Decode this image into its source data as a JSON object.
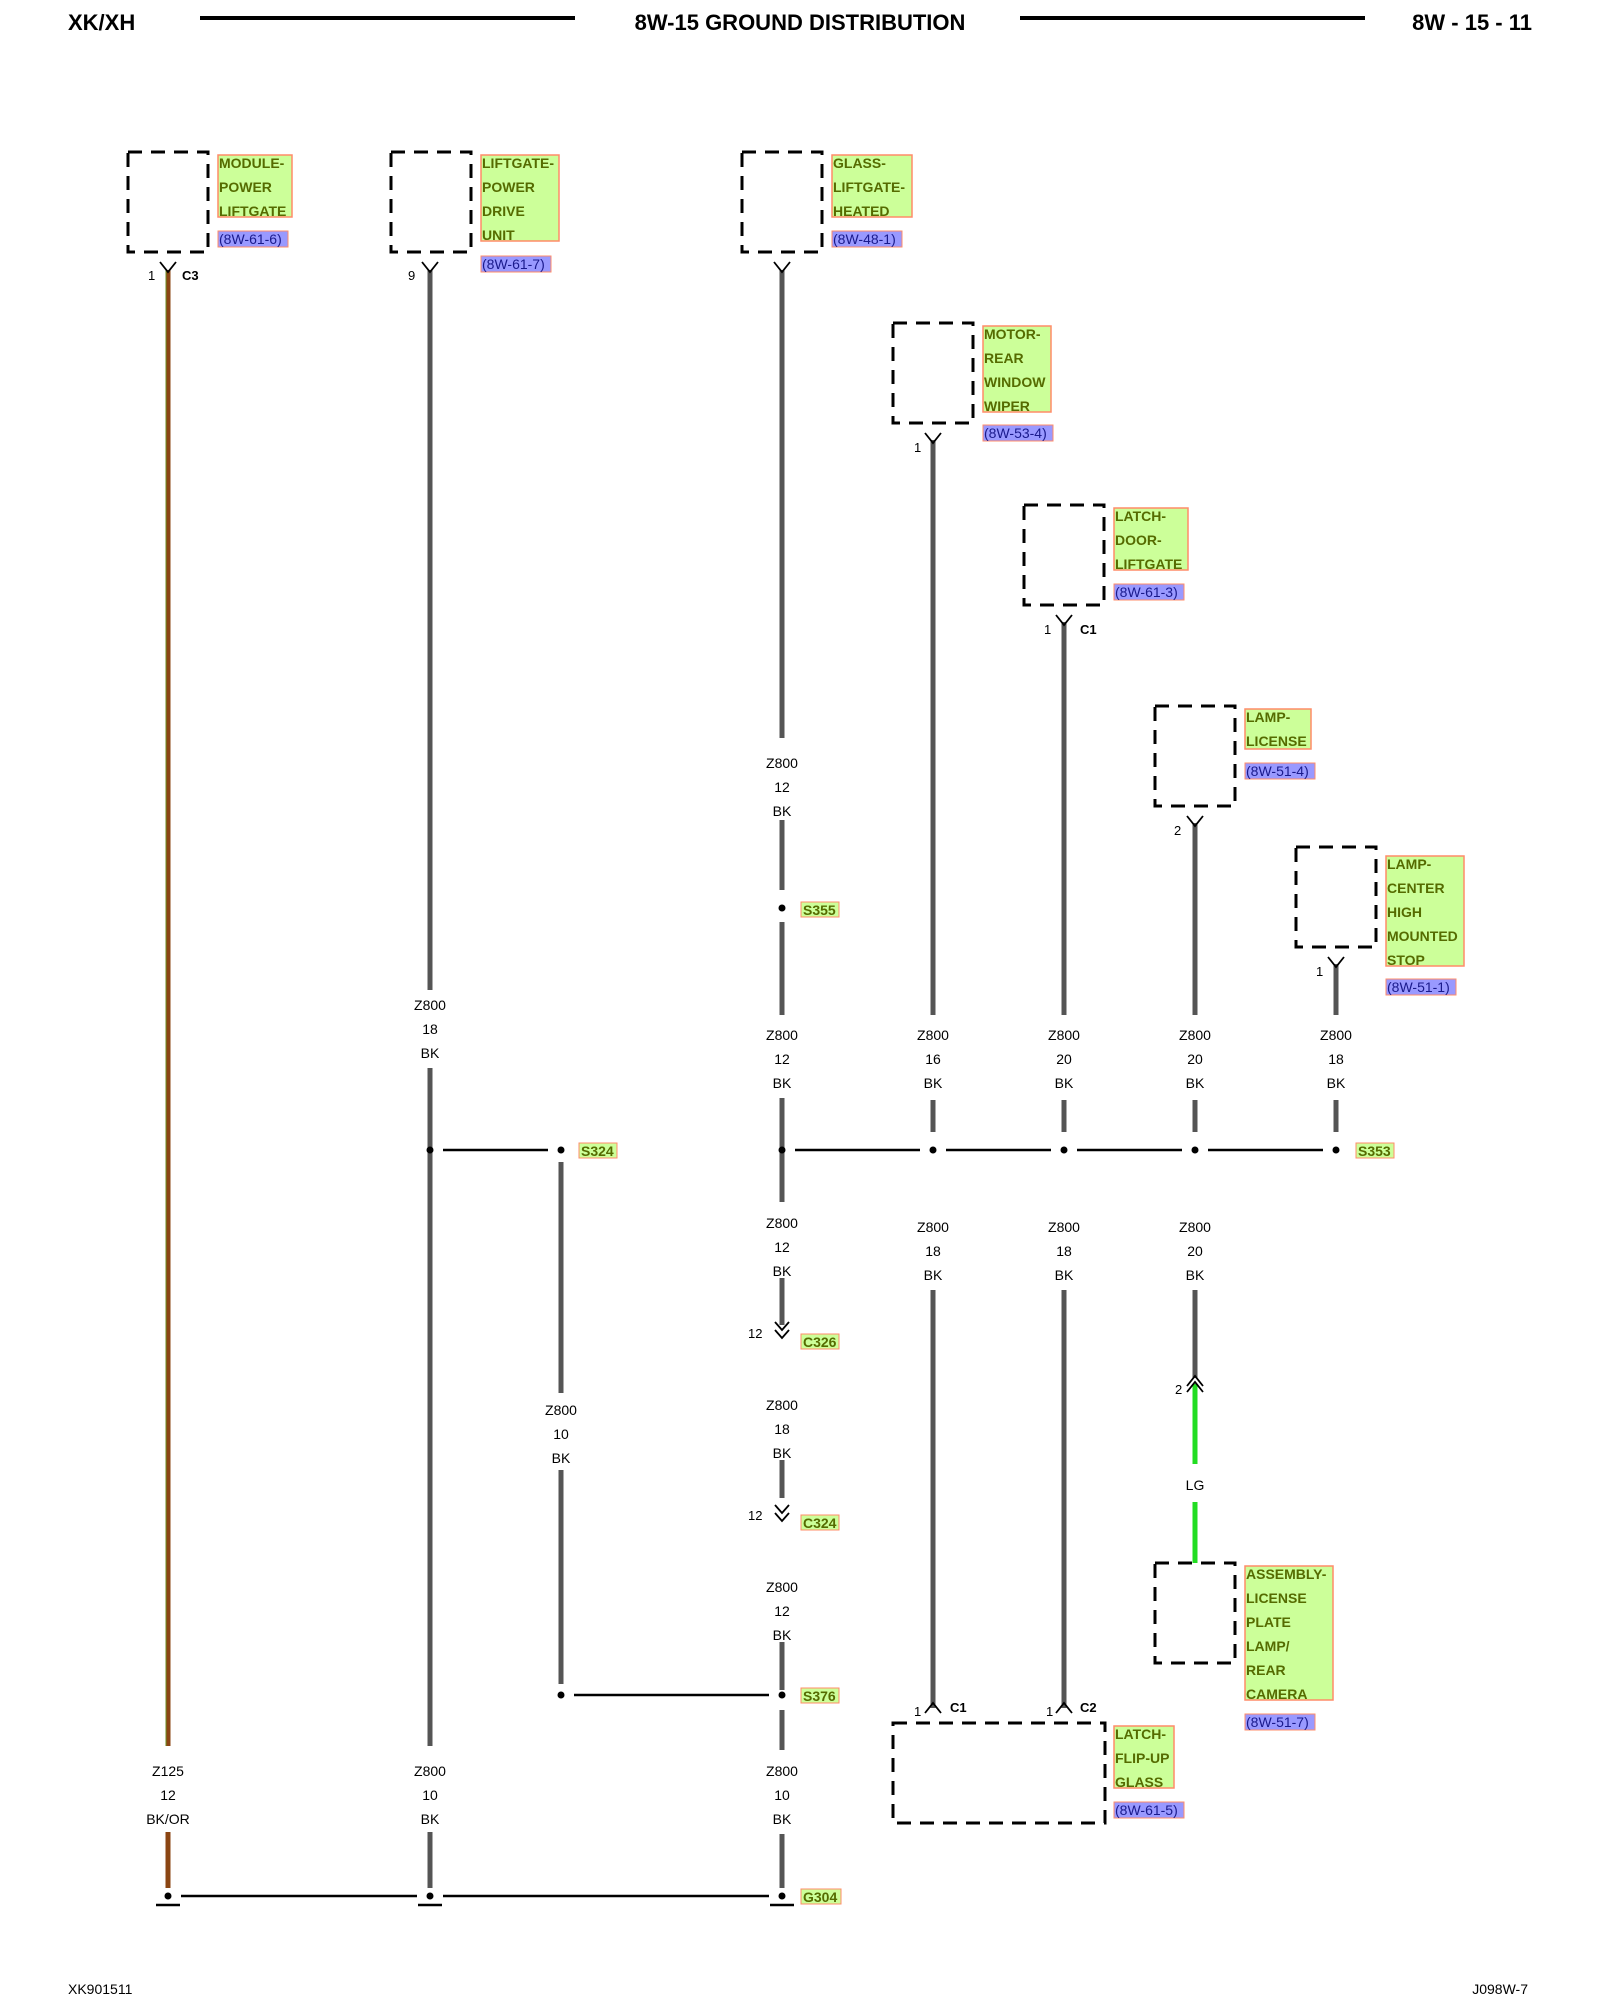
{
  "header": {
    "left": "XK/XH",
    "title": "8W-15 GROUND DISTRIBUTION",
    "right": "8W - 15 - 11"
  },
  "footer": {
    "left": "XK901511",
    "right": "J098W-7"
  },
  "components": [
    {
      "id": "module_power_liftgate",
      "lines": [
        "MODULE-",
        "POWER",
        "LIFTGATE"
      ],
      "ref": "(8W-61-6)",
      "pin": "1",
      "connector": "C3"
    },
    {
      "id": "liftgate_power_drive_unit",
      "lines": [
        "LIFTGATE-",
        "POWER",
        "DRIVE",
        "UNIT"
      ],
      "ref": "(8W-61-7)",
      "pin": "9",
      "connector": ""
    },
    {
      "id": "glass_liftgate_heated",
      "lines": [
        "GLASS-",
        "LIFTGATE-",
        "HEATED"
      ],
      "ref": "(8W-48-1)",
      "pin": "",
      "connector": ""
    },
    {
      "id": "motor_rear_window_wiper",
      "lines": [
        "MOTOR-",
        "REAR",
        "WINDOW",
        "WIPER"
      ],
      "ref": "(8W-53-4)",
      "pin": "1",
      "connector": ""
    },
    {
      "id": "latch_door_liftgate",
      "lines": [
        "LATCH-",
        "DOOR-",
        "LIFTGATE"
      ],
      "ref": "(8W-61-3)",
      "pin": "1",
      "connector": "C1"
    },
    {
      "id": "lamp_license",
      "lines": [
        "LAMP-",
        "LICENSE"
      ],
      "ref": "(8W-51-4)",
      "pin": "2",
      "connector": ""
    },
    {
      "id": "lamp_center_high_mounted_stop",
      "lines": [
        "LAMP-",
        "CENTER",
        "HIGH",
        "MOUNTED",
        "STOP"
      ],
      "ref": "(8W-51-1)",
      "pin": "1",
      "connector": ""
    },
    {
      "id": "assembly_license_plate_lamp_rear_camera",
      "lines": [
        "ASSEMBLY-",
        "LICENSE",
        "PLATE",
        "LAMP/",
        "REAR",
        "CAMERA"
      ],
      "ref": "(8W-51-7)",
      "pin": "2",
      "connector": ""
    },
    {
      "id": "latch_flip_up_glass",
      "lines": [
        "LATCH-",
        "FLIP-UP",
        "GLASS"
      ],
      "ref": "(8W-61-5)",
      "pins": [
        "1",
        "1"
      ],
      "connectors": [
        "C1",
        "C2"
      ]
    }
  ],
  "wires": [
    {
      "id": "w_z125",
      "circuit": "Z125",
      "gauge": "12",
      "color": "BK/OR"
    },
    {
      "id": "w_pdu_top",
      "circuit": "Z800",
      "gauge": "18",
      "color": "BK"
    },
    {
      "id": "w_pdu_bot",
      "circuit": "Z800",
      "gauge": "10",
      "color": "BK"
    },
    {
      "id": "w_glass_top",
      "circuit": "Z800",
      "gauge": "12",
      "color": "BK"
    },
    {
      "id": "w_glass_mid",
      "circuit": "Z800",
      "gauge": "12",
      "color": "BK"
    },
    {
      "id": "w_main_1",
      "circuit": "Z800",
      "gauge": "12",
      "color": "BK"
    },
    {
      "id": "w_main_2",
      "circuit": "Z800",
      "gauge": "18",
      "color": "BK"
    },
    {
      "id": "w_main_3",
      "circuit": "Z800",
      "gauge": "12",
      "color": "BK"
    },
    {
      "id": "w_main_4",
      "circuit": "Z800",
      "gauge": "10",
      "color": "BK"
    },
    {
      "id": "w_s324_drop",
      "circuit": "Z800",
      "gauge": "10",
      "color": "BK"
    },
    {
      "id": "w_wiper_top",
      "circuit": "Z800",
      "gauge": "16",
      "color": "BK"
    },
    {
      "id": "w_wiper_bot",
      "circuit": "Z800",
      "gauge": "18",
      "color": "BK"
    },
    {
      "id": "w_latch_top",
      "circuit": "Z800",
      "gauge": "20",
      "color": "BK"
    },
    {
      "id": "w_latch_bot",
      "circuit": "Z800",
      "gauge": "18",
      "color": "BK"
    },
    {
      "id": "w_lic_top",
      "circuit": "Z800",
      "gauge": "20",
      "color": "BK"
    },
    {
      "id": "w_lic_bot",
      "circuit": "Z800",
      "gauge": "20",
      "color": "BK"
    },
    {
      "id": "w_chms",
      "circuit": "Z800",
      "gauge": "18",
      "color": "BK"
    },
    {
      "id": "w_lg",
      "circuit": "",
      "gauge": "",
      "color": "LG"
    }
  ],
  "splices": [
    "S355",
    "S324",
    "S353",
    "S376",
    "G304"
  ],
  "inline_connectors": [
    {
      "name": "C326",
      "pin": "12"
    },
    {
      "name": "C324",
      "pin": "12"
    }
  ],
  "colors": {
    "wire": "#555555",
    "wire_z125": "#8b4513",
    "wire_lg": "#22dd22",
    "label_fill": "#ccff99",
    "label_border": "#ff8c69",
    "label_text": "#556b00",
    "ref_fill": "#9999ff",
    "ref_text": "#1a1a8c"
  }
}
